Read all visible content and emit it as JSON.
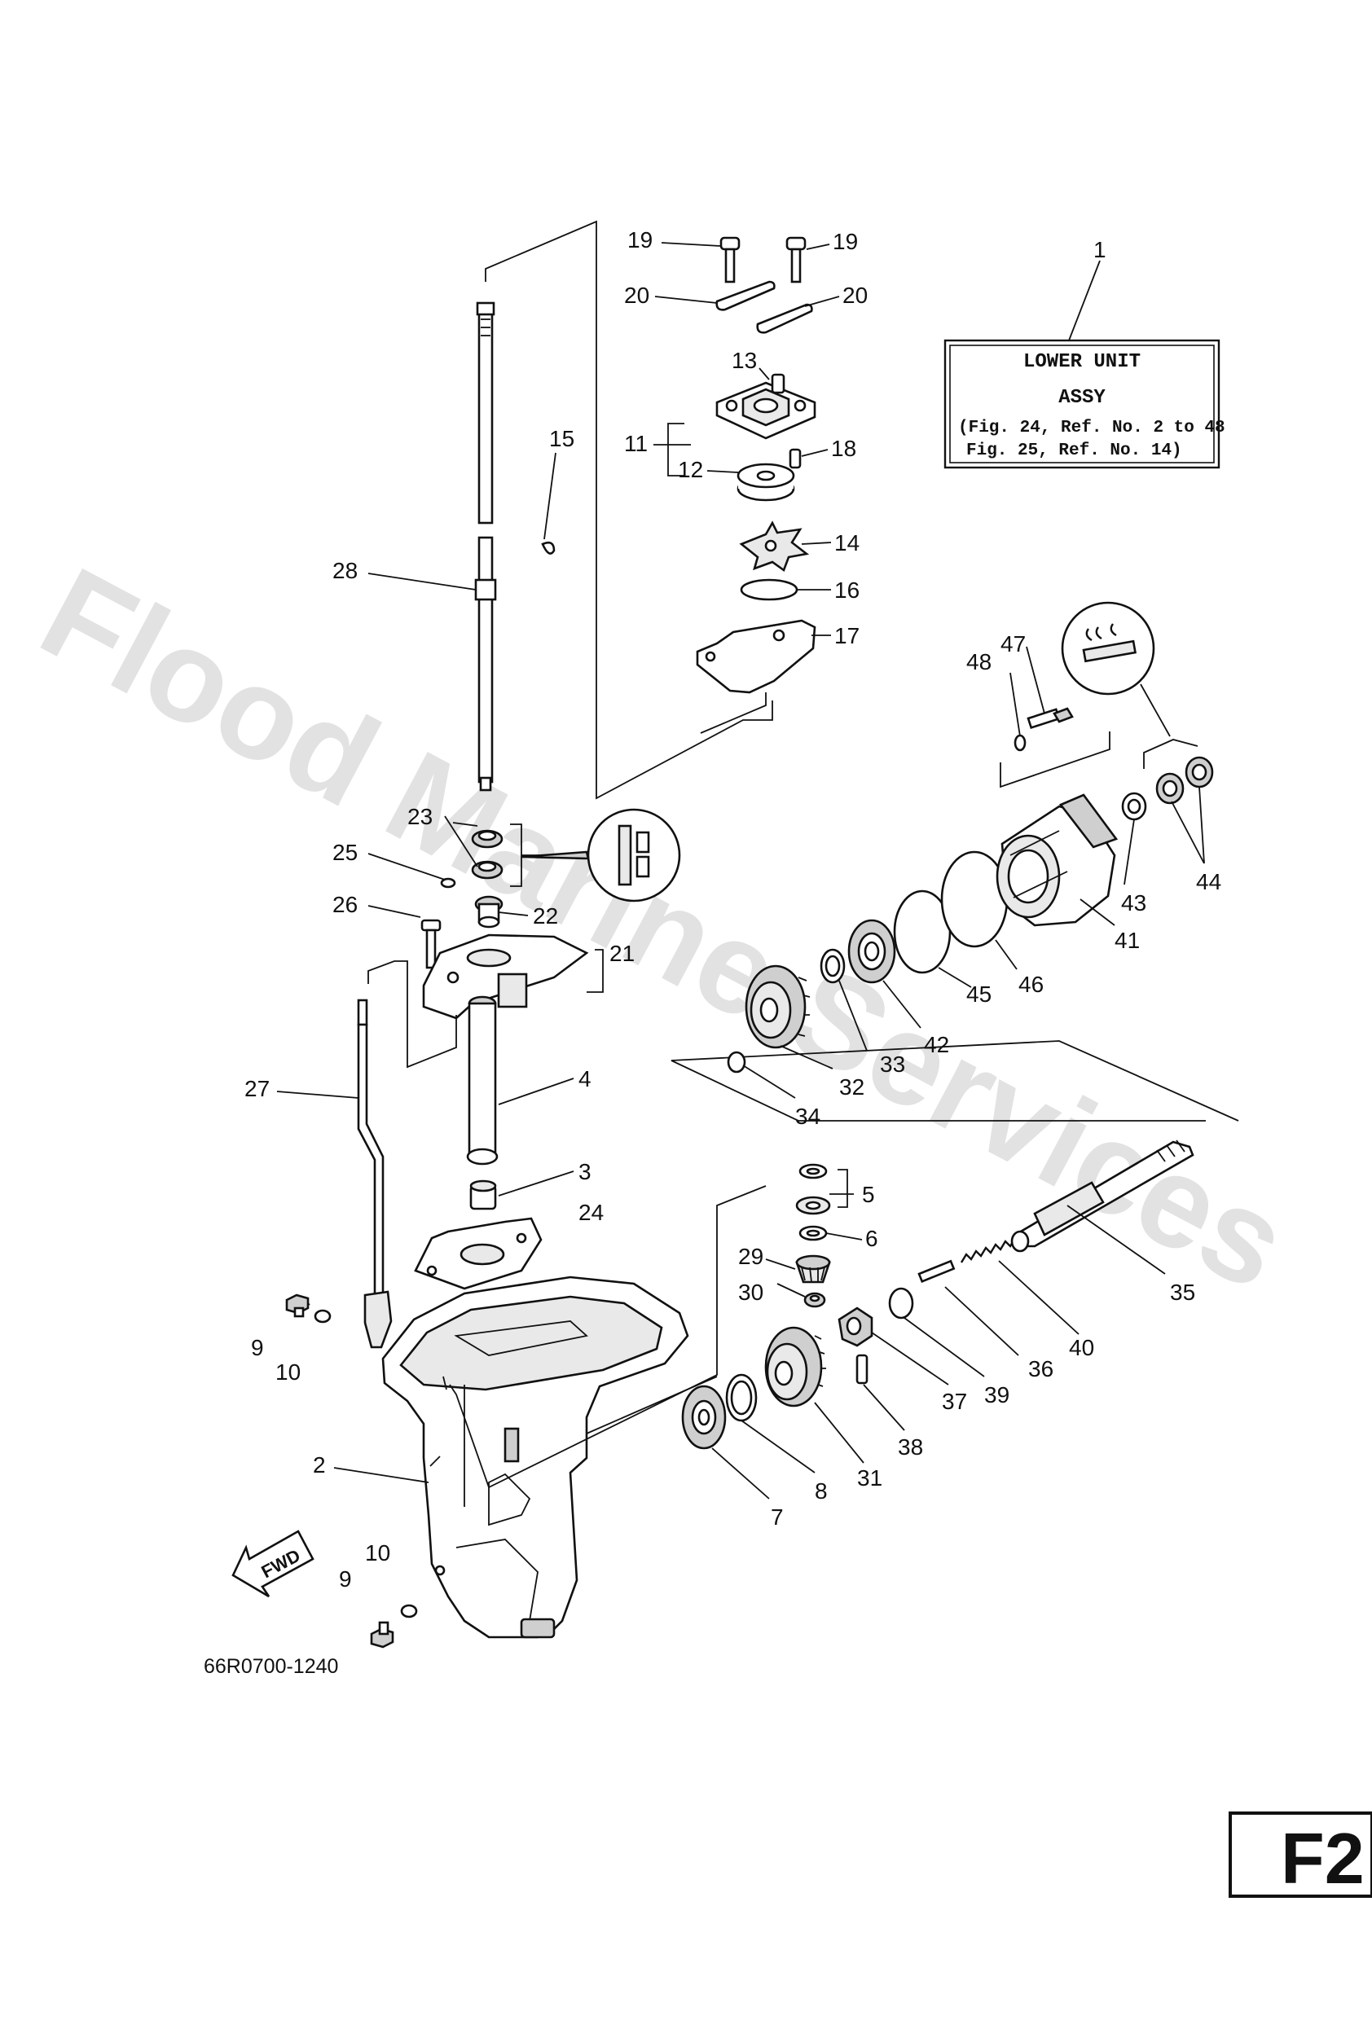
{
  "watermark": "Flood Marine Services",
  "assembly_box": {
    "title_line1": "LOWER UNIT",
    "title_line2": "ASSY",
    "ref_line1": "(Fig. 24, Ref. No. 2 to 48",
    "ref_line2": "Fig. 25, Ref. No. 14)"
  },
  "callouts": {
    "n1": "1",
    "n2": "2",
    "n3": "3",
    "n4": "4",
    "n5": "5",
    "n6": "6",
    "n7": "7",
    "n8": "8",
    "n9a": "9",
    "n9b": "9",
    "n10a": "10",
    "n10b": "10",
    "n11": "11",
    "n12": "12",
    "n13": "13",
    "n14": "14",
    "n15": "15",
    "n16": "16",
    "n17": "17",
    "n18": "18",
    "n19a": "19",
    "n19b": "19",
    "n20a": "20",
    "n20b": "20",
    "n21": "21",
    "n22": "22",
    "n23": "23",
    "n24": "24",
    "n25": "25",
    "n26": "26",
    "n27": "27",
    "n28": "28",
    "n29": "29",
    "n30": "30",
    "n31": "31",
    "n32": "32",
    "n33": "33",
    "n34": "34",
    "n35": "35",
    "n36": "36",
    "n37": "37",
    "n38": "38",
    "n39": "39",
    "n40": "40",
    "n41": "41",
    "n42": "42",
    "n43": "43",
    "n44": "44",
    "n45": "45",
    "n46": "46",
    "n47": "47",
    "n48": "48"
  },
  "fwd_label": "FWD",
  "drawing_code": "66R0700-1240",
  "page_tab": "F2"
}
